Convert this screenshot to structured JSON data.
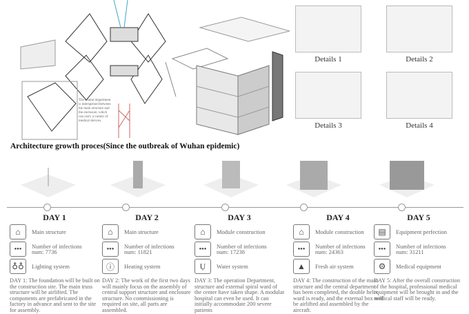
{
  "diagram": {
    "caption": "The central department is interspersed between the main structure and the enclosure, which can carry a variety of medical devices."
  },
  "details": [
    "Details 1",
    "Details 2",
    "Details 3",
    "Details 4"
  ],
  "title": "Architecture growth proces(Since the outbreak of Wuhan epidemic)",
  "days": [
    {
      "day": "DAY 1",
      "structure": "Main structure",
      "structure_icon": "house-icon",
      "infections_label": "Number of infections",
      "infections": "num:  7736",
      "system": "Lighting system",
      "system_icon": "lightbulb-icon",
      "desc": "DAY 1: The foundation will be built on the construction site. The main truss structure will be airlifted. The components are prefabricated in the factory in advance and sent to the site for assembly."
    },
    {
      "day": "DAY 2",
      "structure": "Main structure",
      "structure_icon": "house-icon",
      "infections_label": "Number of infections",
      "infections": "num:  11821",
      "system": "Heating system",
      "system_icon": "info-icon",
      "desc": "DAY 2: The work of the first two days will mainly focus on the assembly of central support structure and enclosure structure. No commissioning is required on site, all parts are assembled."
    },
    {
      "day": "DAY 3",
      "structure": "Module construction",
      "structure_icon": "module-icon",
      "infections_label": "Number of infections",
      "infections": "num:  17238",
      "system": "Water system",
      "system_icon": "water-icon",
      "desc": "DAY 3: The operation Department, structure and external spiral ward of the center have taken shape. A modular hospital can even be used. It can initially accommodate 200 severe patients"
    },
    {
      "day": "DAY 4",
      "structure": "Module construction",
      "structure_icon": "module-icon",
      "infections_label": "Number of infections",
      "infections": "num:  24363",
      "system": "Fresh air system",
      "system_icon": "air-icon",
      "desc": "DAY 4: The construction of the main structure and the central department has been completed, the double helix ward is ready, and the external box will be airlifted and assembled by the aircraft."
    },
    {
      "day": "DAY 5",
      "structure": "Equipment perfection",
      "structure_icon": "equipment-icon",
      "infections_label": "Number of infections",
      "infections": "num:  31211",
      "system": "Medical equipment",
      "system_icon": "gears-icon",
      "desc": "DAY 5: After the overall construction of the hospital, professional medical equipment will be brought in and the medical staff will be ready."
    }
  ]
}
